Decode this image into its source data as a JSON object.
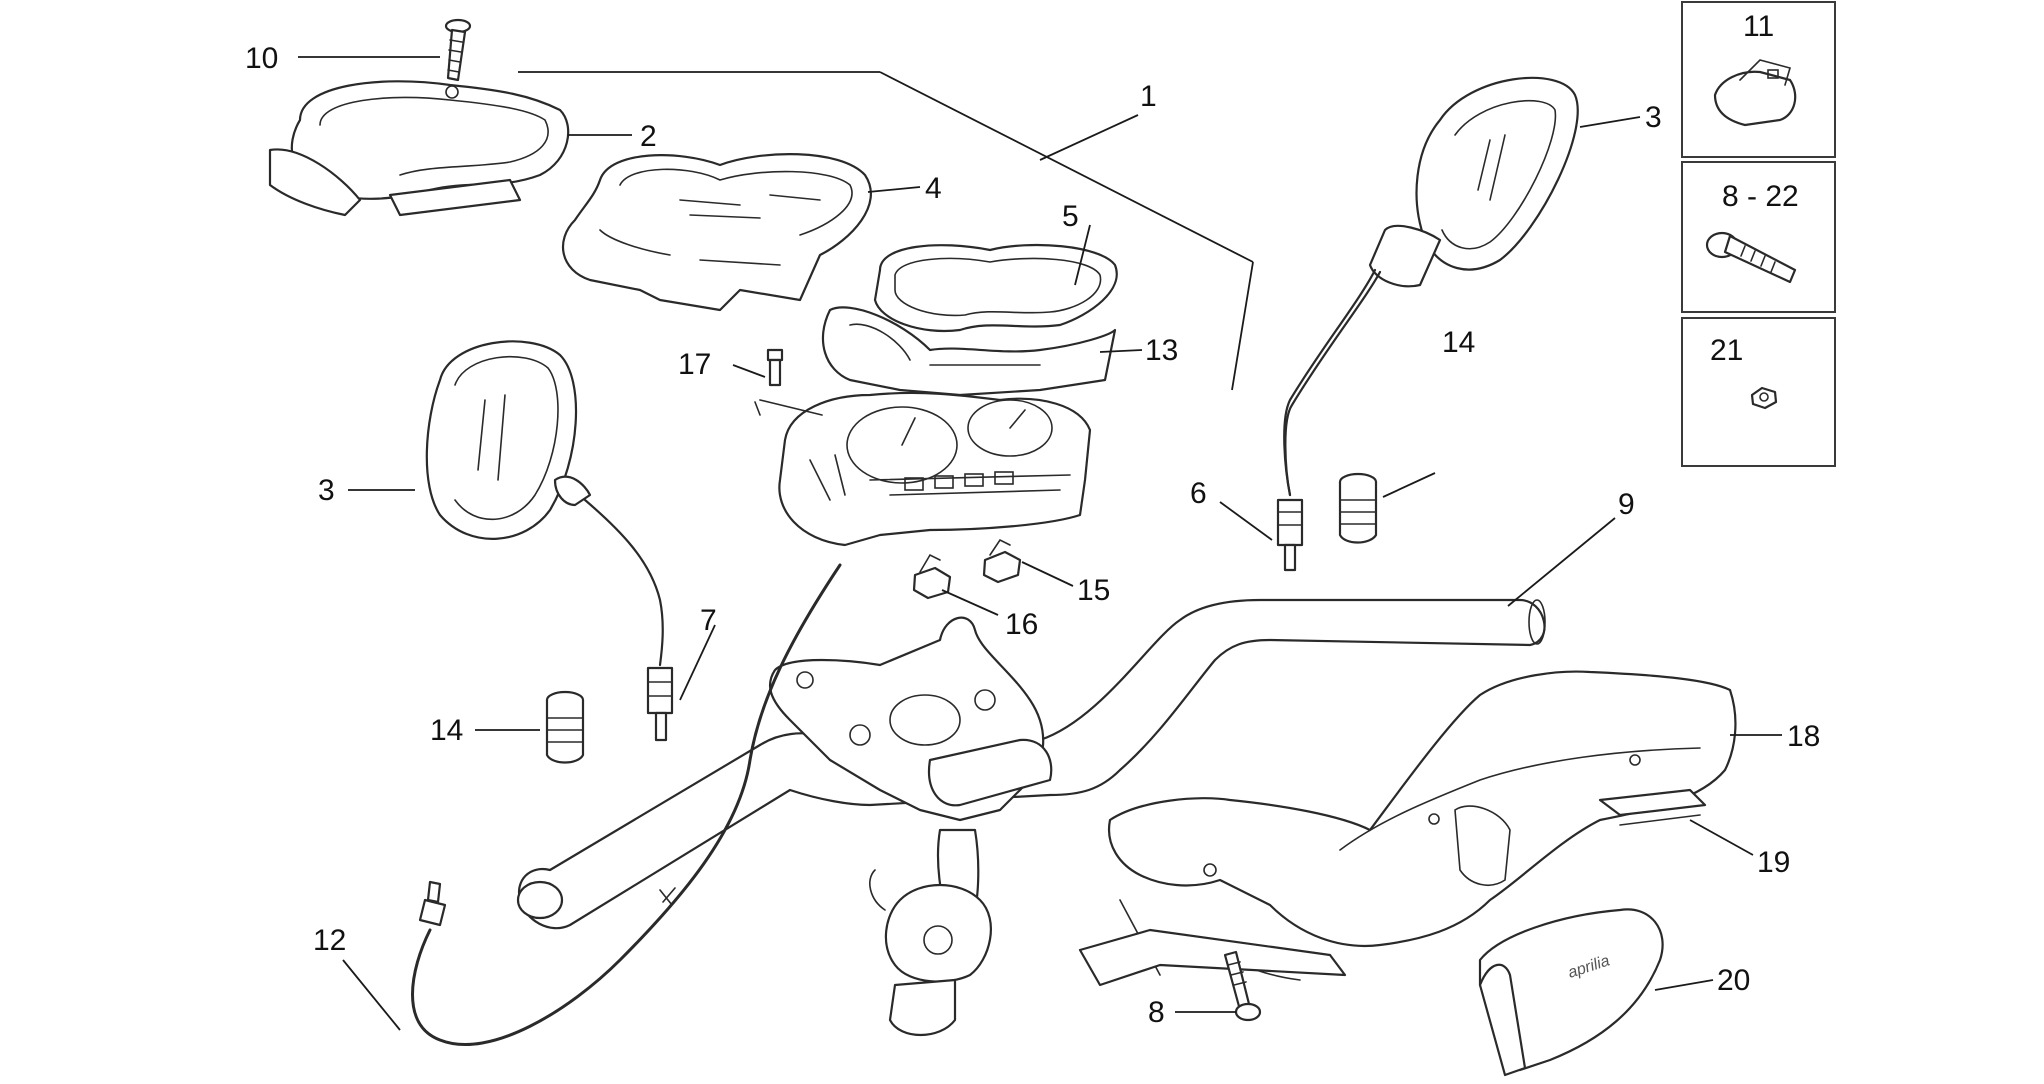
{
  "callouts": {
    "c1": "1",
    "c2": "2",
    "c3_right": "3",
    "c3_left": "3",
    "c4": "4",
    "c5": "5",
    "c6": "6",
    "c7": "7",
    "c8_22": "8 - 22",
    "c8_bottom": "8",
    "c9": "9",
    "c10": "10",
    "c11": "11",
    "c12": "12",
    "c13": "13",
    "c14_right": "14",
    "c14_left": "14",
    "c15": "15",
    "c16": "16",
    "c17": "17",
    "c18": "18",
    "c19": "19",
    "c20": "20",
    "c21": "21"
  },
  "colors": {
    "line": "#2a2a2a",
    "shade": "#d9d9d9",
    "background": "#ffffff"
  }
}
